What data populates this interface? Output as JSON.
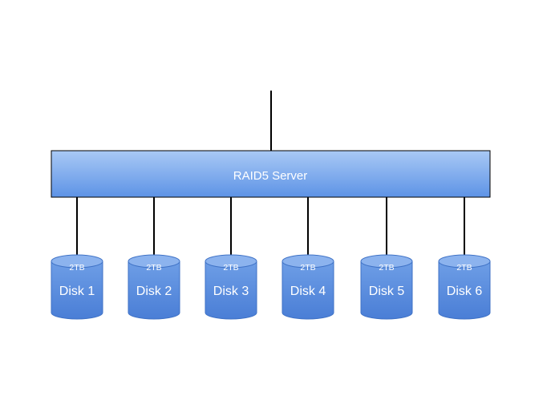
{
  "server": {
    "label": "RAID5 Server",
    "fill_top": "#a9c9f5",
    "fill_bottom": "#5d93e6",
    "stroke": "#000000"
  },
  "disks": [
    {
      "label": "Disk 1",
      "capacity": "2TB"
    },
    {
      "label": "Disk 2",
      "capacity": "2TB"
    },
    {
      "label": "Disk 3",
      "capacity": "2TB"
    },
    {
      "label": "Disk 4",
      "capacity": "2TB"
    },
    {
      "label": "Disk 5",
      "capacity": "2TB"
    },
    {
      "label": "Disk 6",
      "capacity": "2TB"
    }
  ],
  "disk_colors": {
    "body_top": "#6e9ee6",
    "body_bottom": "#4a7ed6",
    "cap": "#8cb3ee",
    "edge": "#3f72c6"
  },
  "connector_color": "#000000"
}
